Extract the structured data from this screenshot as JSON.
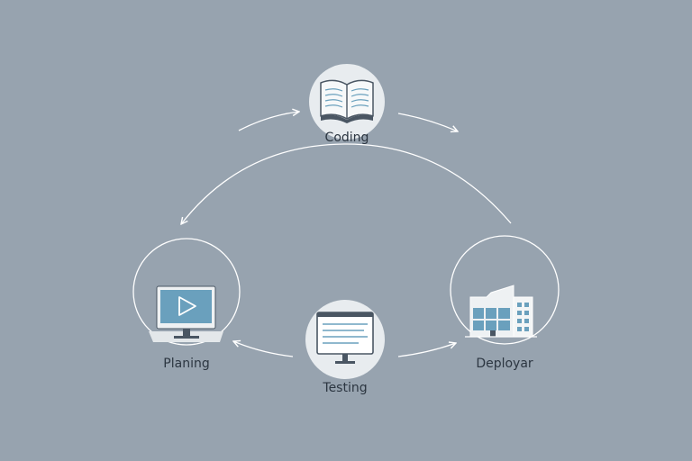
{
  "colors": {
    "background": "#97a3af",
    "stroke": "#ffffff",
    "node_fill": "#e8ecef",
    "screen_blue": "#6aa0bd",
    "dark": "#4a5663",
    "label": "#2c3641"
  },
  "nodes": {
    "coding": {
      "label": "Coding",
      "icon": "open-book-icon"
    },
    "planning": {
      "label": "Planing",
      "icon": "monitor-play-icon"
    },
    "testing": {
      "label": "Testing",
      "icon": "monitor-text-icon"
    },
    "deployment": {
      "label": "Deployar",
      "icon": "building-icon"
    }
  }
}
